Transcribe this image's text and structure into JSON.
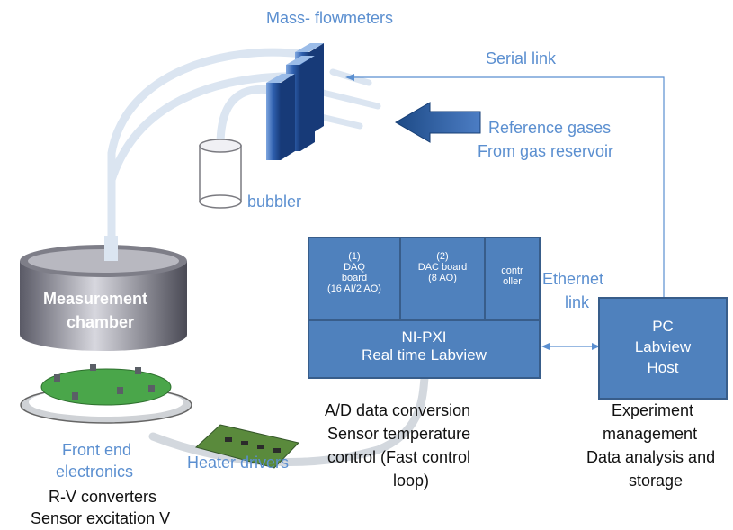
{
  "labels": {
    "mass_flowmeters": "Mass- flowmeters",
    "serial_link": "Serial  link",
    "reference_gases_1": "Reference gases",
    "reference_gases_2": "From gas reservoir",
    "bubbler": "bubbler",
    "measurement_chamber_1": "Measurement",
    "measurement_chamber_2": "chamber",
    "ethernet_link_1": "Ethernet",
    "ethernet_link_2": "link",
    "front_end_1": "Front end",
    "front_end_2": "electronics",
    "heater_drivers": "Heater drivers",
    "rv_converters": "R-V converters",
    "sensor_excitation": "Sensor excitation V",
    "ad_conversion_1": "A/D data conversion",
    "ad_conversion_2": "Sensor temperature",
    "ad_conversion_3": "control (Fast control",
    "ad_conversion_4": "loop)",
    "experiment_1": "Experiment",
    "experiment_2": "management",
    "experiment_3": "Data analysis and",
    "experiment_4": "storage"
  },
  "pxi": {
    "daq_num": "(1)",
    "daq_1": "DAQ",
    "daq_2": "board",
    "daq_3": "(16 AI/2 AO)",
    "dac_num": "(2)",
    "dac_1": "DAC board",
    "dac_2": "(8 AO)",
    "ctrl_1": "contr",
    "ctrl_2": "oller",
    "main_1": "NI-PXI",
    "main_2": "Real time Labview"
  },
  "pc": {
    "line_1": "PC",
    "line_2": "Labview",
    "line_3": "Host"
  },
  "colors": {
    "box_fill": "#4f81bd",
    "box_border": "#385d8a",
    "label_blue": "#5b8fd0",
    "tube": "#dbe5f1",
    "arrow": "#1f4e8c"
  }
}
